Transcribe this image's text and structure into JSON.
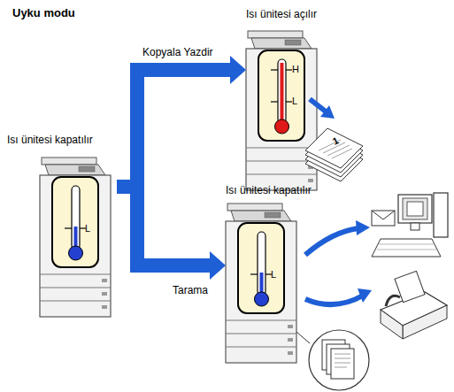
{
  "diagram": {
    "title": "Uyku modu",
    "nodes": [
      {
        "text": [
          "Isı ünitesi kapatılır"
        ]
      },
      {
        "text": [
          "Isı ünitesi açılır"
        ]
      },
      {
        "text": [
          "Isı ünitesi kapatılır"
        ]
      }
    ],
    "edges": [
      {
        "from": 0,
        "to": 1,
        "arrow": "to",
        "label": "Kopyala Yazdir"
      },
      {
        "from": 0,
        "to": 2,
        "arrow": "to",
        "label": "Tarama"
      }
    ],
    "labels": [
      "L",
      "H",
      "L",
      "L",
      "1"
    ]
  }
}
